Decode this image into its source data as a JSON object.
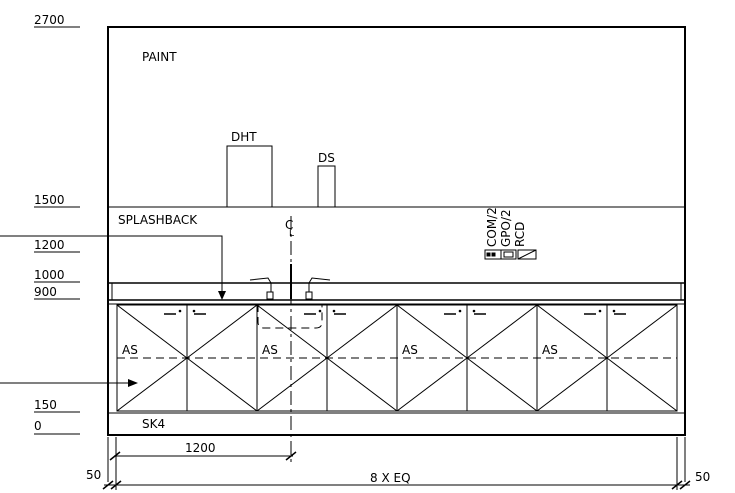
{
  "levels": [
    "2700",
    "1500",
    "1200",
    "1000",
    "900",
    "150",
    "0"
  ],
  "labels": {
    "paint": "PAINT",
    "splashback": "SPLASHBACK",
    "dht": "DHT",
    "ds": "DS",
    "centerline": "C",
    "centerline_sub": "L",
    "com": "COM/2",
    "gpo": "GPO/2",
    "rcd": "RCD",
    "kickboard": "SK4"
  },
  "cabinets": {
    "label": "AS",
    "count": 4
  },
  "dimensions": {
    "left_offset": "50",
    "right_offset": "50",
    "bay_width": "1200",
    "spacing": "8 X EQ"
  }
}
